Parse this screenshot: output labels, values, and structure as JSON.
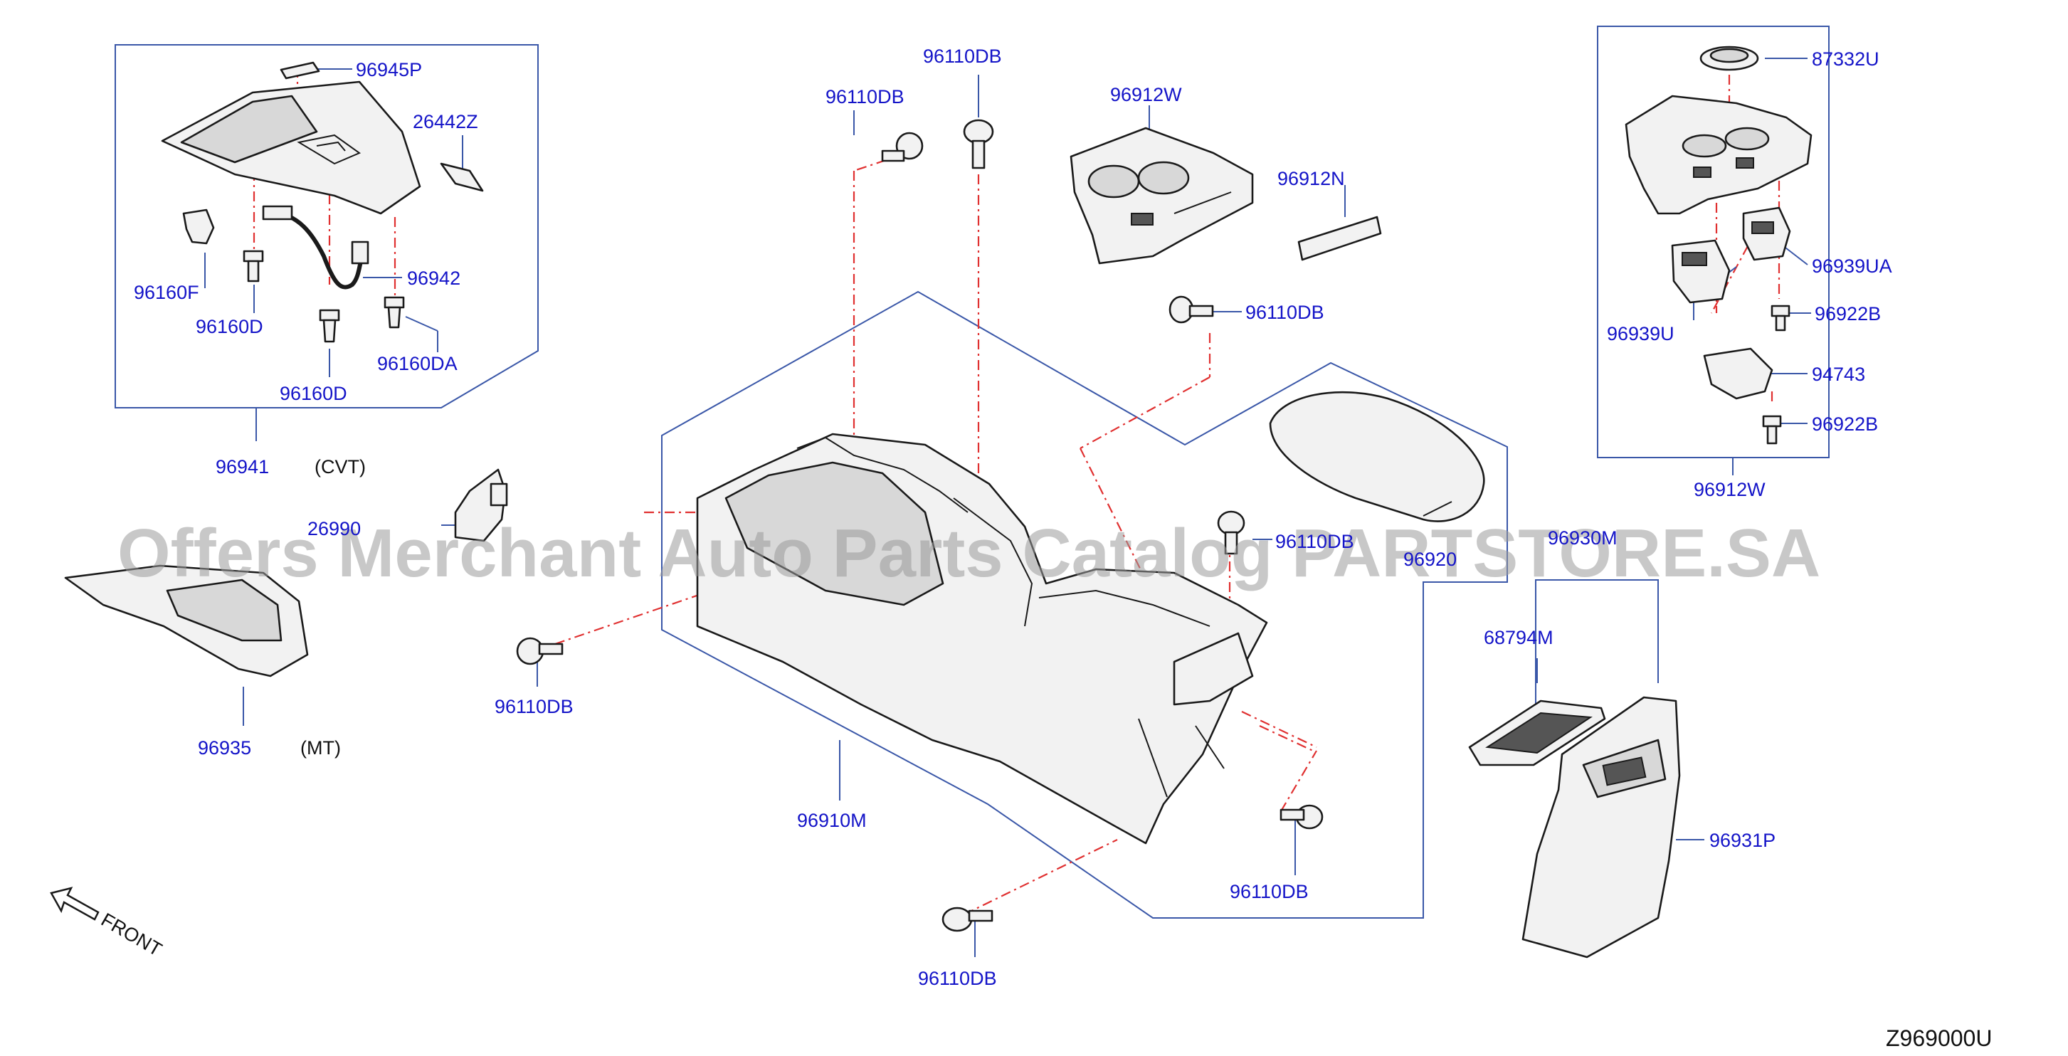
{
  "labels": {
    "p96945P": "96945P",
    "p26442Z": "26442Z",
    "p96942": "96942",
    "p96160F": "96160F",
    "p96160D_a": "96160D",
    "p96160DA": "96160DA",
    "p96160D_b": "96160D",
    "p96941": "96941",
    "cvt": "(CVT)",
    "p26990": "26990",
    "p96935": "96935",
    "mt": "(MT)",
    "p96110DB_top1": "96110DB",
    "p96110DB_top2": "96110DB",
    "p96912W_top": "96912W",
    "p96912N": "96912N",
    "p96110DB_right": "96110DB",
    "p96110DB_mid": "96110DB",
    "p96920": "96920",
    "p96110DB_left": "96110DB",
    "p96910M": "96910M",
    "p96110DB_botright": "96110DB",
    "p96110DB_bottom": "96110DB",
    "p87332U": "87332U",
    "p96939UA": "96939UA",
    "p96939U": "96939U",
    "p96922B_a": "96922B",
    "p94743": "94743",
    "p96922B_b": "96922B",
    "p96912W_box": "96912W",
    "p96930M": "96930M",
    "p68794M": "68794M",
    "p96931P": "96931P",
    "front": "FRONT"
  },
  "diagram_code": "Z969000U",
  "watermark": "Offers Merchant Auto Parts Catalog PARTSTORE.SA",
  "colors": {
    "label": "#1414c8",
    "leader": "#3a57a8",
    "centerline": "#e03030",
    "part_outline": "#1a1a1a"
  },
  "icons": [
    "front-arrow-icon"
  ]
}
